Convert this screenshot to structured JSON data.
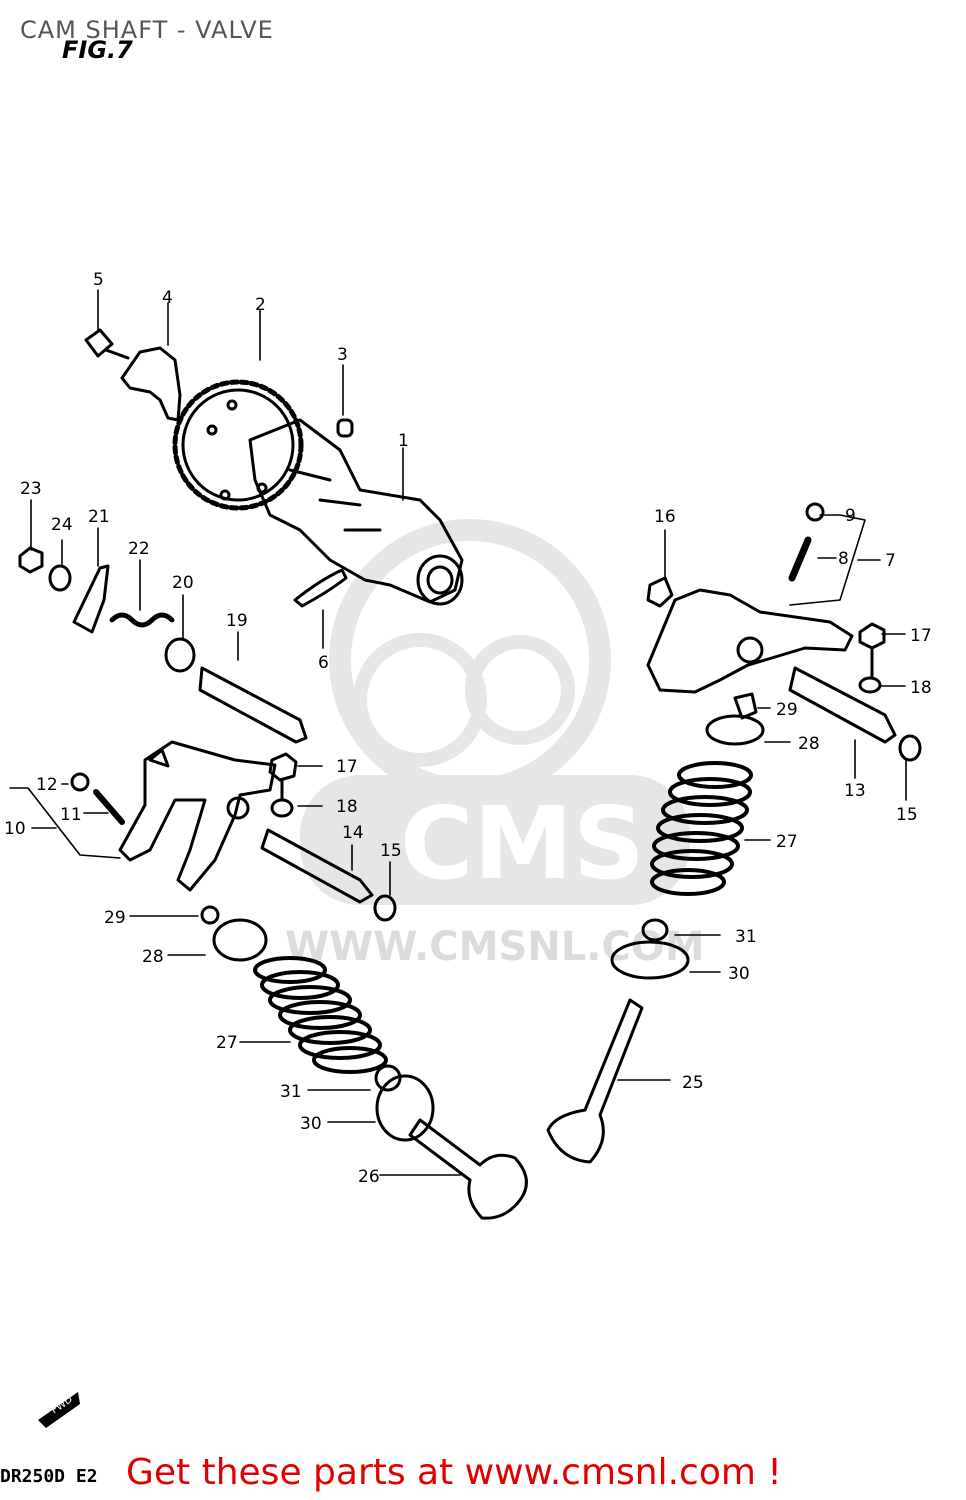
{
  "header": {
    "title": "CAM SHAFT - VALVE",
    "figure": "FIG.7"
  },
  "watermark": {
    "brand": "CMS",
    "url": "WWW.CMSNL.COM"
  },
  "footer": {
    "link_text": "Get these parts at www.cmsnl.com !",
    "model_code": "DR250D E2",
    "fwd_marker": "FWD"
  },
  "callouts": [
    "1",
    "2",
    "3",
    "4",
    "5",
    "6",
    "7",
    "8",
    "9",
    "10",
    "11",
    "12",
    "13",
    "14",
    "15",
    "15",
    "16",
    "17",
    "17",
    "18",
    "18",
    "19",
    "20",
    "21",
    "22",
    "23",
    "24",
    "25",
    "26",
    "27",
    "27",
    "28",
    "28",
    "29",
    "29",
    "30",
    "30",
    "31",
    "31"
  ],
  "colors": {
    "link": "#e00000",
    "title": "#555555",
    "watermark": "#e6e6e6",
    "line": "#000000"
  }
}
